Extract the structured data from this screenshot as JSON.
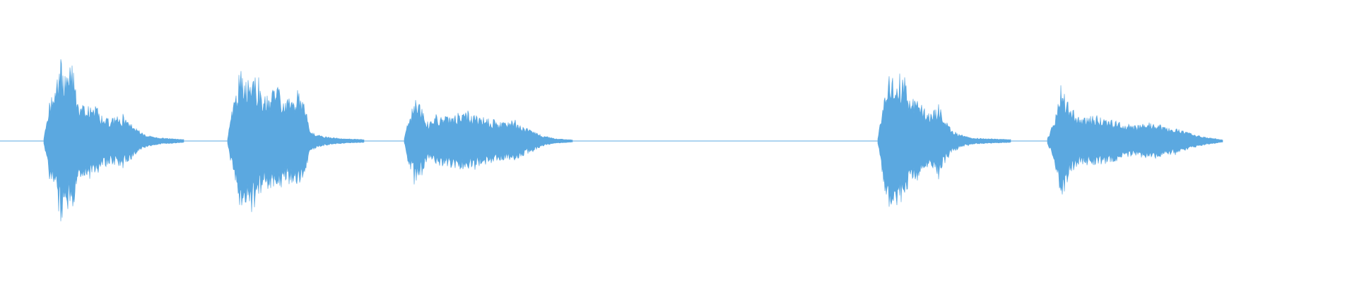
{
  "waveform": {
    "color": "#5ba8e0",
    "background": "#ffffff",
    "total_duration_s": 19.2,
    "end_of_audio_s": 17.3,
    "segments": [
      {
        "name": "utterance-1",
        "start_s": 0.62,
        "end_s": 2.6,
        "envelope": [
          [
            0.0,
            0.02
          ],
          [
            0.04,
            0.45
          ],
          [
            0.09,
            0.7
          ],
          [
            0.12,
            0.98
          ],
          [
            0.16,
            0.75
          ],
          [
            0.2,
            0.97
          ],
          [
            0.24,
            0.5
          ],
          [
            0.3,
            0.4
          ],
          [
            0.36,
            0.45
          ],
          [
            0.42,
            0.3
          ],
          [
            0.48,
            0.27
          ],
          [
            0.56,
            0.3
          ],
          [
            0.62,
            0.22
          ],
          [
            0.68,
            0.12
          ],
          [
            0.74,
            0.06
          ],
          [
            0.84,
            0.03
          ],
          [
            1.0,
            0.01
          ]
        ]
      },
      {
        "name": "utterance-2",
        "start_s": 3.22,
        "end_s": 5.15,
        "envelope": [
          [
            0.0,
            0.02
          ],
          [
            0.04,
            0.45
          ],
          [
            0.1,
            0.85
          ],
          [
            0.14,
            0.72
          ],
          [
            0.18,
            0.9
          ],
          [
            0.24,
            0.62
          ],
          [
            0.3,
            0.58
          ],
          [
            0.36,
            0.68
          ],
          [
            0.42,
            0.5
          ],
          [
            0.48,
            0.52
          ],
          [
            0.53,
            0.6
          ],
          [
            0.57,
            0.42
          ],
          [
            0.6,
            0.12
          ],
          [
            0.66,
            0.07
          ],
          [
            0.74,
            0.04
          ],
          [
            0.84,
            0.02
          ],
          [
            1.0,
            0.01
          ]
        ]
      },
      {
        "name": "utterance-3",
        "start_s": 5.72,
        "end_s": 8.1,
        "envelope": [
          [
            0.0,
            0.02
          ],
          [
            0.03,
            0.3
          ],
          [
            0.07,
            0.52
          ],
          [
            0.1,
            0.4
          ],
          [
            0.14,
            0.22
          ],
          [
            0.2,
            0.3
          ],
          [
            0.28,
            0.32
          ],
          [
            0.36,
            0.34
          ],
          [
            0.44,
            0.3
          ],
          [
            0.52,
            0.26
          ],
          [
            0.58,
            0.22
          ],
          [
            0.64,
            0.24
          ],
          [
            0.7,
            0.18
          ],
          [
            0.76,
            0.12
          ],
          [
            0.82,
            0.06
          ],
          [
            0.9,
            0.02
          ],
          [
            1.0,
            0.005
          ]
        ]
      },
      {
        "name": "utterance-4",
        "start_s": 12.42,
        "end_s": 14.3,
        "envelope": [
          [
            0.0,
            0.02
          ],
          [
            0.04,
            0.45
          ],
          [
            0.08,
            0.95
          ],
          [
            0.12,
            0.7
          ],
          [
            0.16,
            0.82
          ],
          [
            0.22,
            0.65
          ],
          [
            0.28,
            0.5
          ],
          [
            0.34,
            0.42
          ],
          [
            0.4,
            0.32
          ],
          [
            0.46,
            0.45
          ],
          [
            0.5,
            0.28
          ],
          [
            0.56,
            0.12
          ],
          [
            0.64,
            0.06
          ],
          [
            0.72,
            0.03
          ],
          [
            0.84,
            0.02
          ],
          [
            1.0,
            0.01
          ]
        ]
      },
      {
        "name": "utterance-5",
        "start_s": 14.82,
        "end_s": 17.3,
        "envelope": [
          [
            0.0,
            0.02
          ],
          [
            0.04,
            0.25
          ],
          [
            0.08,
            0.72
          ],
          [
            0.12,
            0.45
          ],
          [
            0.18,
            0.28
          ],
          [
            0.26,
            0.3
          ],
          [
            0.34,
            0.26
          ],
          [
            0.42,
            0.22
          ],
          [
            0.5,
            0.18
          ],
          [
            0.58,
            0.22
          ],
          [
            0.66,
            0.18
          ],
          [
            0.74,
            0.14
          ],
          [
            0.82,
            0.08
          ],
          [
            0.9,
            0.04
          ],
          [
            1.0,
            0.005
          ]
        ]
      }
    ]
  }
}
